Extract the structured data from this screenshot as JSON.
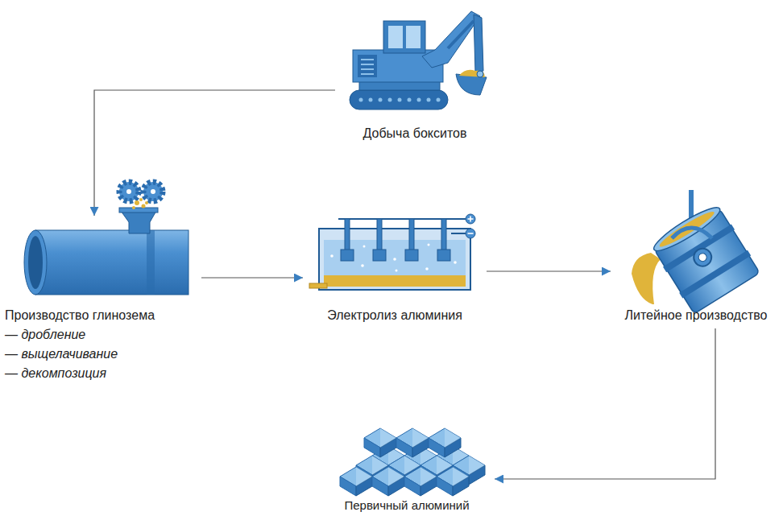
{
  "diagram": {
    "nodes": [
      {
        "text": [
          "Добыча бокситов"
        ]
      },
      {
        "text": [
          "Производство глинозема",
          "— дробление",
          "— выщелачивание",
          "— декомпозиция"
        ]
      },
      {
        "text": [
          "Электролиз алюминия"
        ]
      },
      {
        "text": [
          "Литейное производство"
        ]
      },
      {
        "text": [
          "Первичный алюминий"
        ]
      }
    ],
    "edges": [
      {
        "from": 0,
        "to": 1,
        "arrow": "to"
      },
      {
        "from": 1,
        "to": 2,
        "arrow": "to"
      },
      {
        "from": 2,
        "to": 3,
        "arrow": "to"
      },
      {
        "from": 3,
        "to": 4,
        "arrow": "to"
      }
    ]
  }
}
